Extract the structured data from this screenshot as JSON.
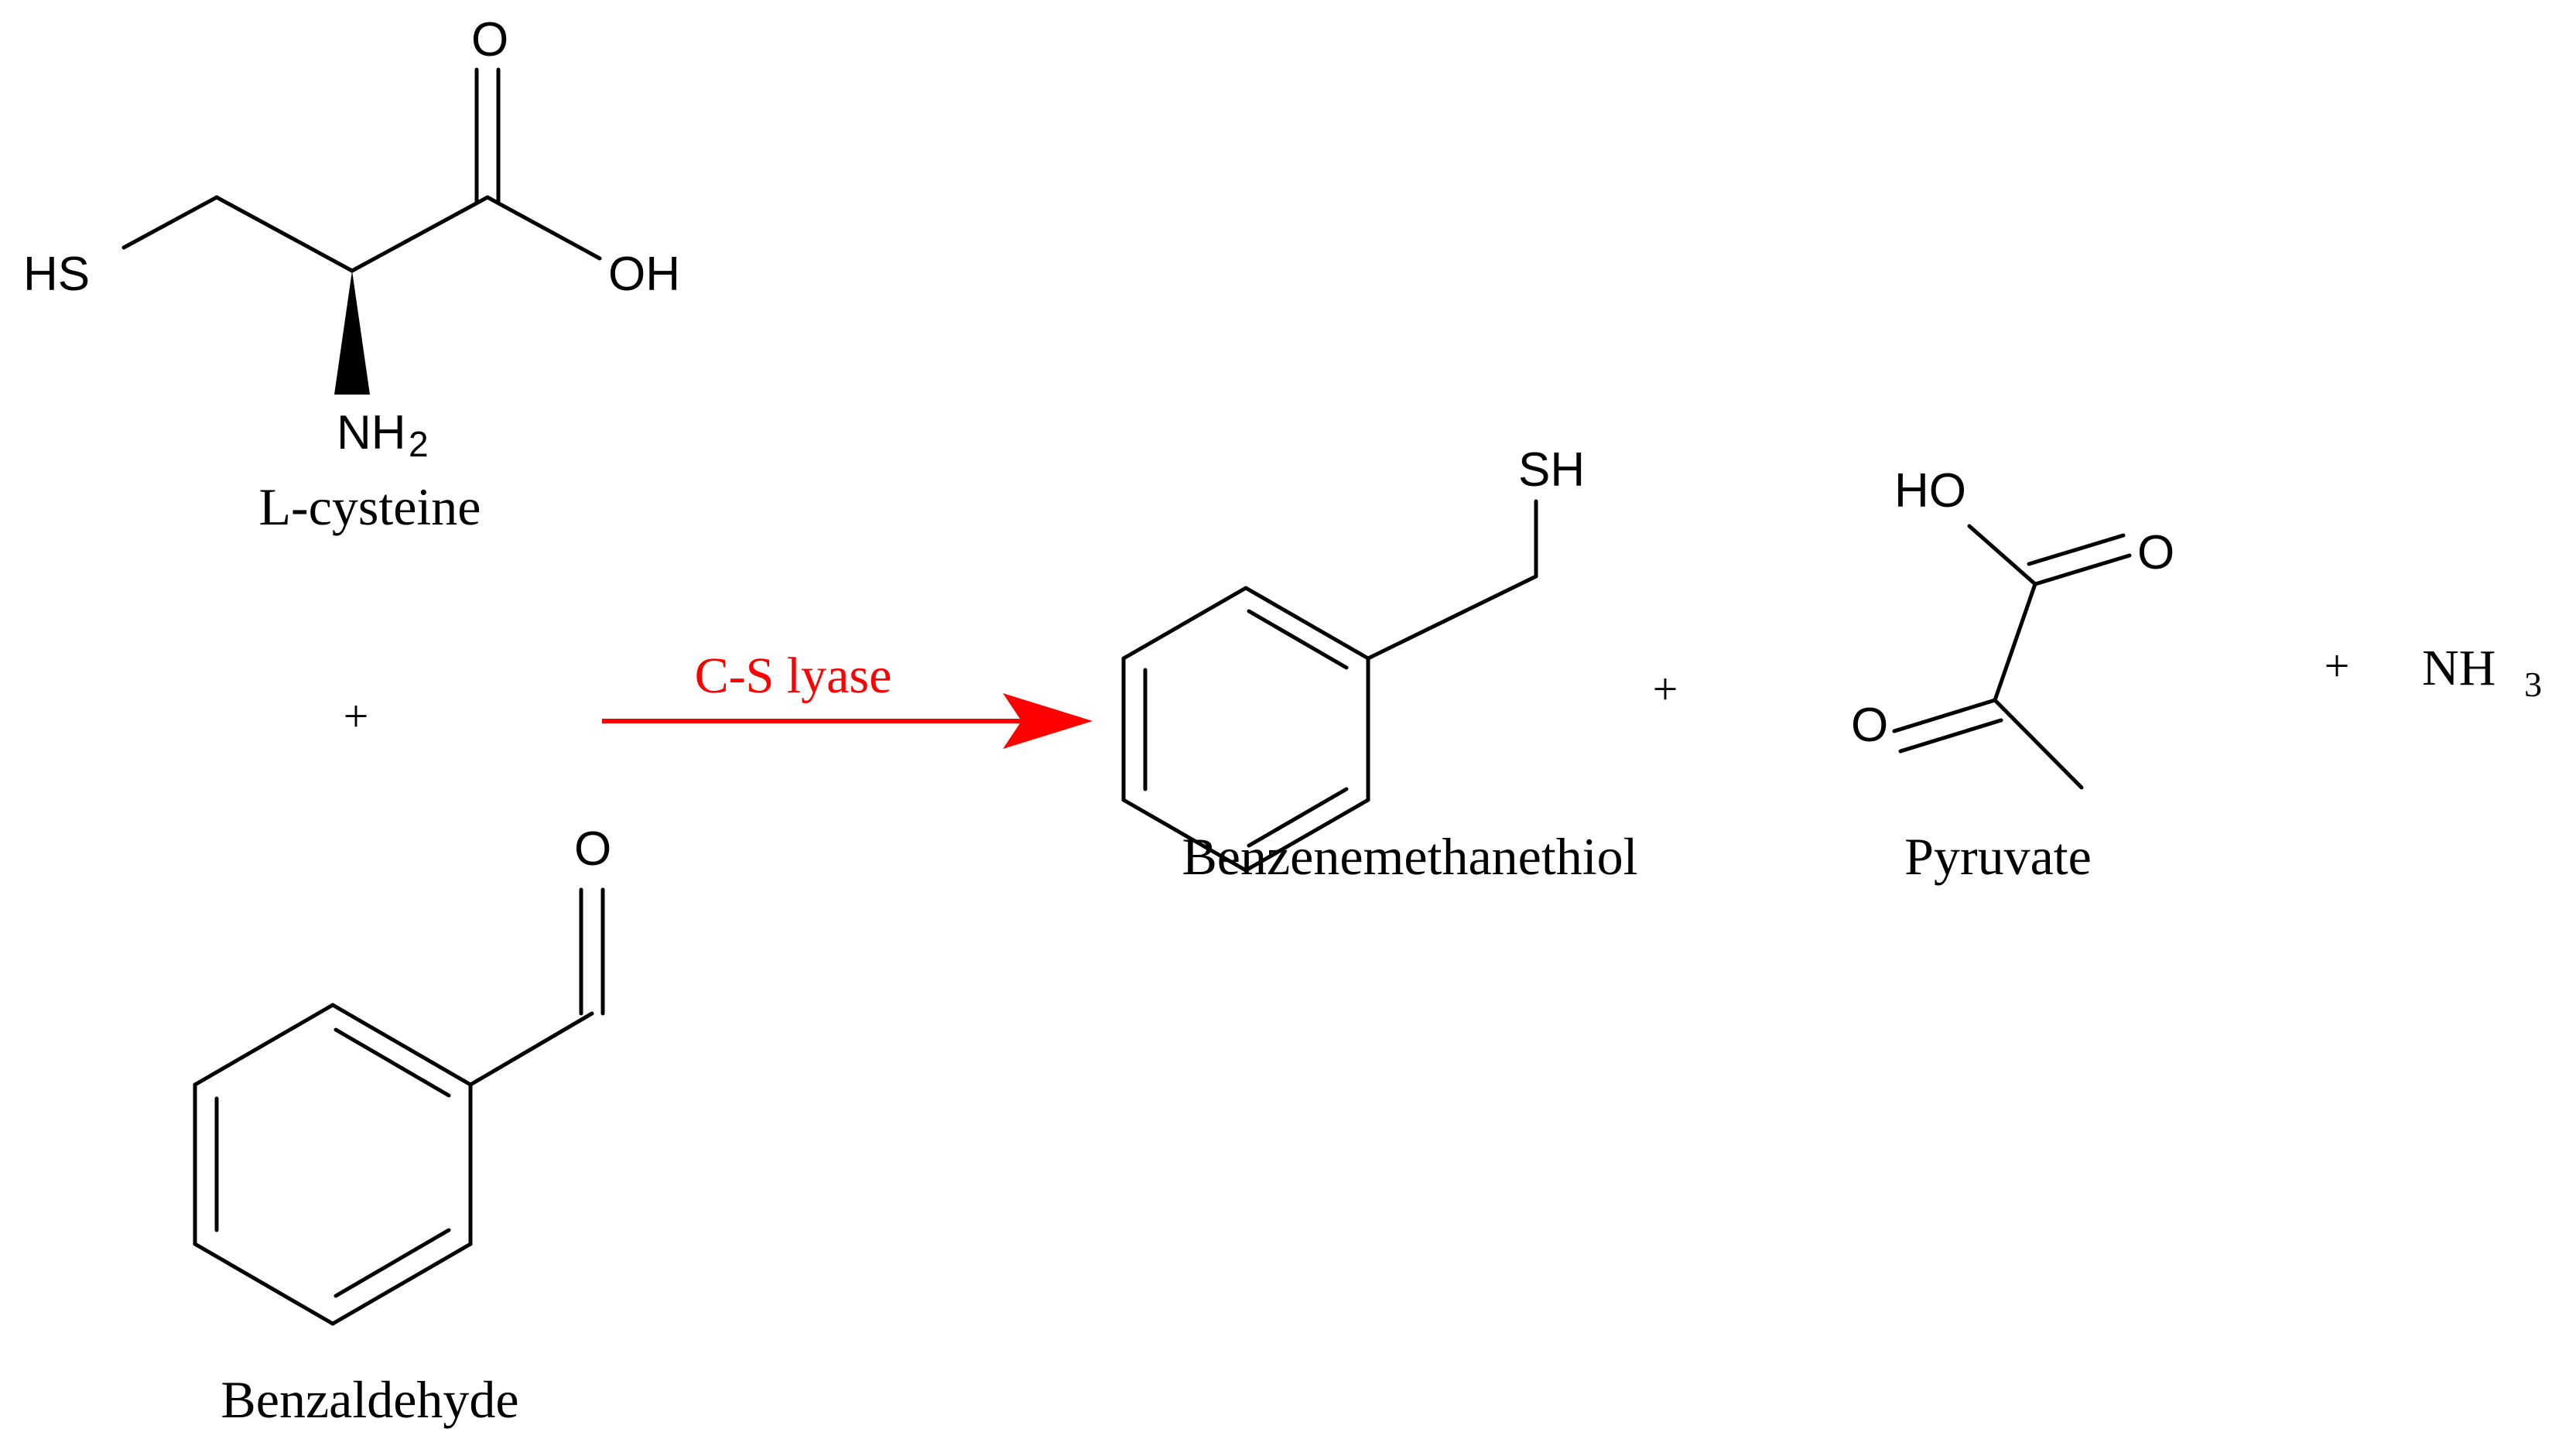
{
  "reaction": {
    "enzyme_label": "C-S lyase",
    "arrow_color": "#ff0000",
    "plus_symbol": "+",
    "reactants": [
      {
        "name": "L-cysteine",
        "atom_labels": {
          "thiol": "HS",
          "carbonyl_o": "O",
          "hydroxyl": "OH",
          "amine": "NH",
          "amine_sub": "2"
        }
      },
      {
        "name": "Benzaldehyde",
        "atom_labels": {
          "carbonyl_o": "O"
        }
      }
    ],
    "products": [
      {
        "name": "Benzenemethanethiol",
        "atom_labels": {
          "thiol": "SH"
        }
      },
      {
        "name": "Pyruvate",
        "atom_labels": {
          "hydroxyl": "HO",
          "acid_o": "O",
          "keto_o": "O"
        }
      },
      {
        "name": "NH",
        "formula_sub": "3"
      }
    ]
  }
}
